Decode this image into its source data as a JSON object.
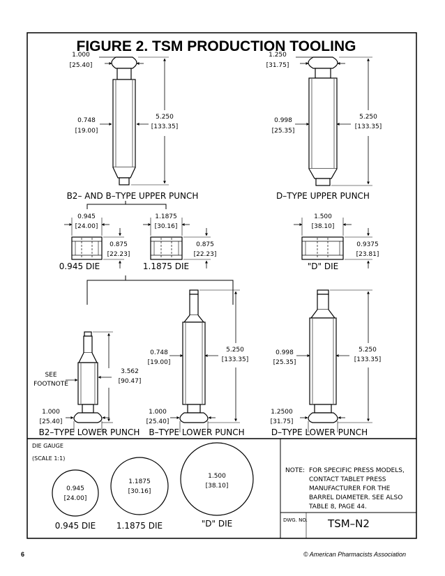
{
  "title": "FIGURE 2.  TSM PRODUCTION TOOLING",
  "upper_punches": {
    "b2_b": {
      "label": "B2– AND B–TYPE UPPER PUNCH",
      "head_in": "1.000",
      "head_mm": "[25.40]",
      "barrel_in": "0.748",
      "barrel_mm": "[19.00]",
      "length_in": "5.250",
      "length_mm": "[133.35]"
    },
    "d": {
      "label": "D–TYPE UPPER PUNCH",
      "head_in": "1.250",
      "head_mm": "[31.75]",
      "barrel_in": "0.998",
      "barrel_mm": "[25.35]",
      "length_in": "5.250",
      "length_mm": "[133.35]"
    }
  },
  "dies": [
    {
      "label": "0.945 DIE",
      "od_in": "0.945",
      "od_mm": "[24.00]",
      "h_in": "0.875",
      "h_mm": "[22.23]"
    },
    {
      "label": "1.1875 DIE",
      "od_in": "1.1875",
      "od_mm": "[30.16]",
      "h_in": "0.875",
      "h_mm": "[22.23]"
    },
    {
      "label": "\"D\" DIE",
      "od_in": "1.500",
      "od_mm": "[38.10]",
      "h_in": "0.9375",
      "h_mm": "[23.81]"
    }
  ],
  "lower_punches": {
    "b2": {
      "label": "B2–TYPE LOWER PUNCH",
      "footnote_1": "SEE",
      "footnote_2": "FOOTNOTE",
      "length_in": "3.562",
      "length_mm": "[90.47]",
      "head_in": "1.000",
      "head_mm": "[25.40]"
    },
    "b": {
      "label": "B–TYPE LOWER PUNCH",
      "barrel_in": "0.748",
      "barrel_mm": "[19.00]",
      "length_in": "5.250",
      "length_mm": "[133.35]",
      "head_in": "1.000",
      "head_mm": "[25.40]"
    },
    "d": {
      "label": "D–TYPE LOWER PUNCH",
      "barrel_in": "0.998",
      "barrel_mm": "[25.35]",
      "length_in": "5.250",
      "length_mm": "[133.35]",
      "head_in": "1.2500",
      "head_mm": "[31.75]"
    }
  },
  "die_gauge": {
    "title": "DIE GAUGE",
    "scale": "(SCALE 1:1)",
    "circles": [
      {
        "in": "0.945",
        "mm": "[24.00]",
        "label": "0.945 DIE"
      },
      {
        "in": "1.1875",
        "mm": "[30.16]",
        "label": "1.1875 DIE"
      },
      {
        "in": "1.500",
        "mm": "[38.10]",
        "label": "\"D\" DIE"
      }
    ]
  },
  "note": {
    "lead": "NOTE:",
    "lines": [
      "FOR SPECIFIC PRESS MODELS,",
      "CONTACT TABLET PRESS",
      "MANUFACTURER FOR THE",
      "BARREL DIAMETER. SEE ALSO",
      "TABLE 8, PAGE 44."
    ]
  },
  "drawing_number": {
    "label": "DWG. NO.",
    "value": "TSM–N2"
  },
  "footer": {
    "page_number": "6",
    "copyright": "© American Pharmacists Association"
  }
}
